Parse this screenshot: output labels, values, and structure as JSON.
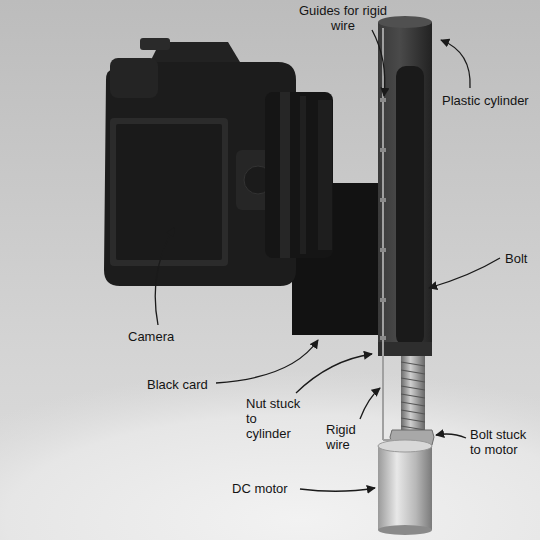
{
  "diagram": {
    "labels": [
      "Guides for rigid wire",
      "Plastic cylinder",
      "Bolt",
      "Camera",
      "Black card",
      "Nut stuck to cylinder",
      "Rigid wire",
      "Bolt stuck to motor",
      "DC motor"
    ]
  }
}
